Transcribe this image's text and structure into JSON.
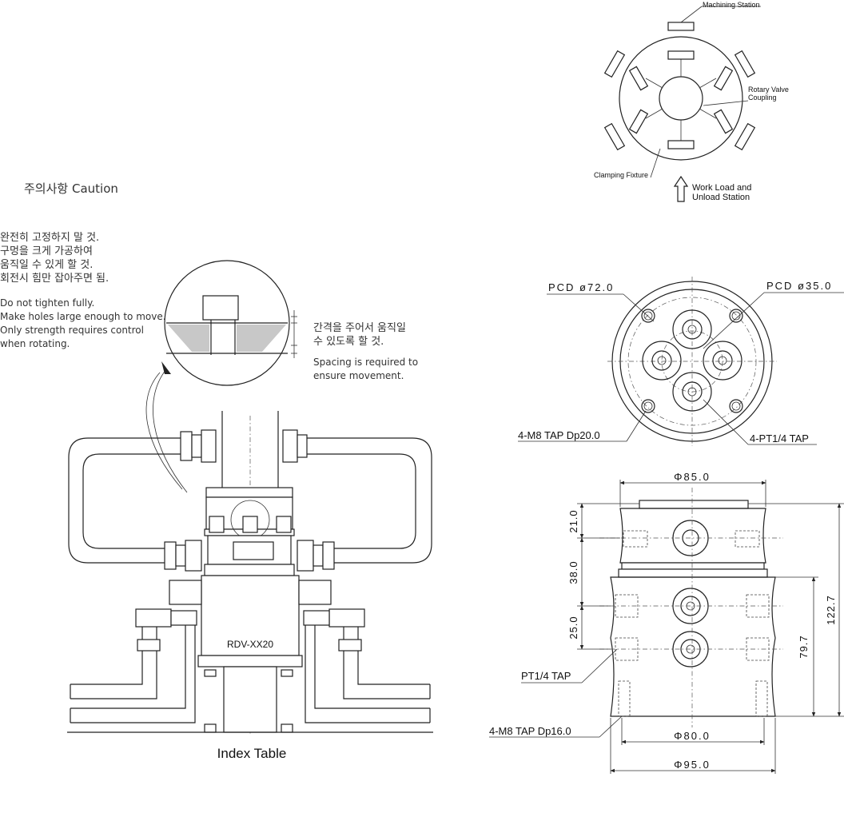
{
  "caution": {
    "title": "주의사항 Caution",
    "kr_lines": [
      "완전히 고정하지 말 것.",
      "구멍을 크게 가공하여",
      "움직일 수 있게 할 것.",
      "회전시 힘만 잡아주면 됨."
    ],
    "en_lines": [
      "Do not tighten fully.",
      "Make holes large enough to move.",
      "Only strength requires control",
      "when rotating."
    ]
  },
  "spacing_note": {
    "kr_lines": [
      "간격을 주어서 움직일",
      "수 있도록 할 것."
    ],
    "en_lines": [
      "Spacing is required to",
      "ensure movement."
    ]
  },
  "index_diagram": {
    "machining_station": "Machining Station",
    "rotary_valve_coupling": [
      "Rotary Valve",
      "Coupling"
    ],
    "clamping_fixture": "Clamping Fixture",
    "work_load": [
      "Work Load and",
      "Unload Station"
    ]
  },
  "assembly": {
    "model_label": "RDV-XX20",
    "index_table": "Index Table"
  },
  "top_view": {
    "pcd_outer": "PCD ø72.0",
    "pcd_inner": "PCD ø35.0",
    "m8_tap": "4-M8 TAP Dp20.0",
    "pt_tap": "4-PT1/4 TAP"
  },
  "side_view": {
    "dia_85": "Φ85.0",
    "dia_80": "Φ80.0",
    "dia_95": "Φ95.0",
    "dim_21": "21.0",
    "dim_38": "38.0",
    "dim_25": "25.0",
    "dim_79": "79.7",
    "dim_122": "122.7",
    "pt_tap": "PT1/4 TAP",
    "m8_tap": "4-M8 TAP Dp16.0"
  }
}
